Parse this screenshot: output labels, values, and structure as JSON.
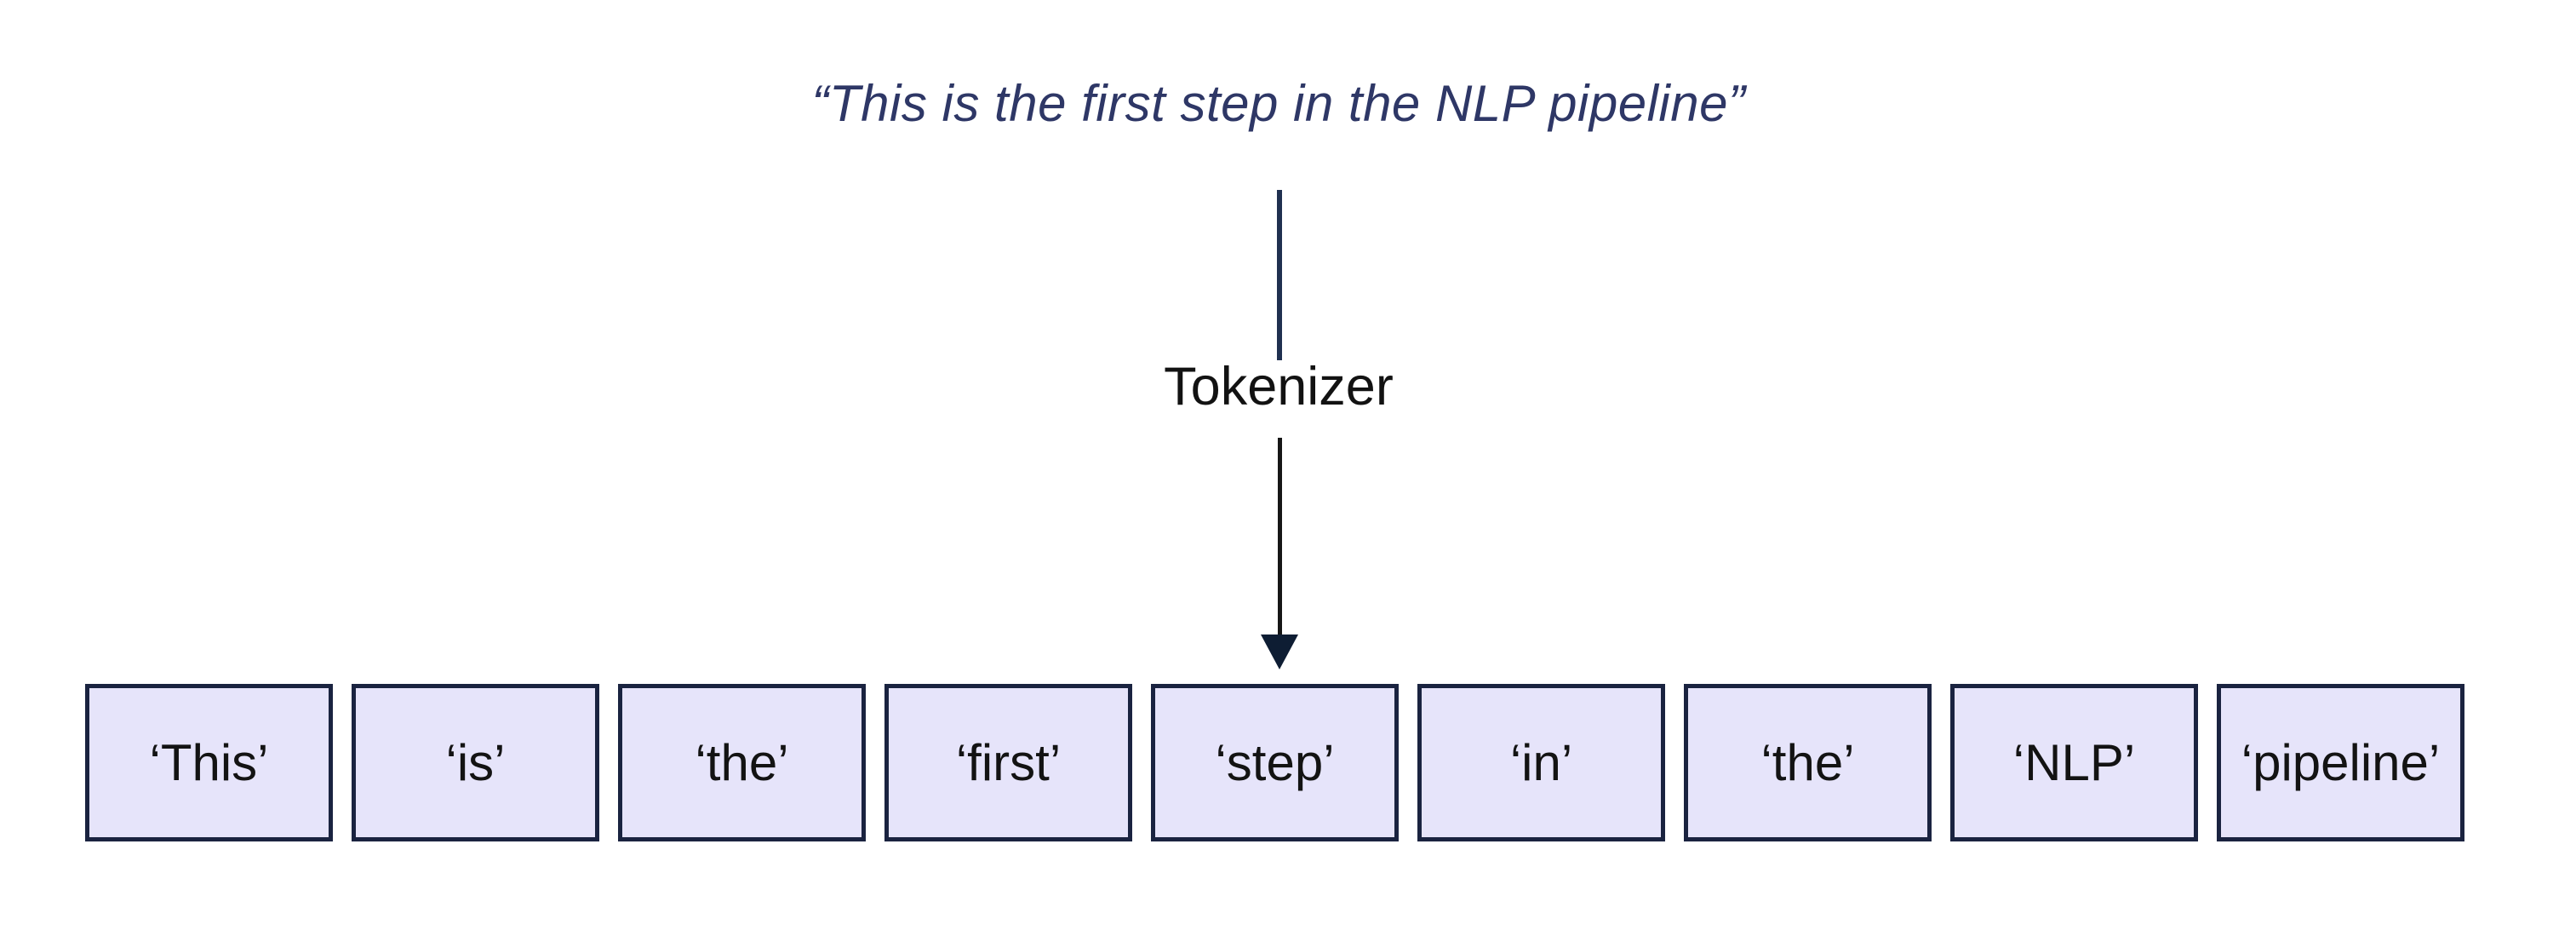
{
  "title": {
    "text": "“This is the first step in the NLP pipeline”"
  },
  "arrow": {
    "label": "Tokenizer"
  },
  "tokens": [
    "‘This’",
    "‘is’",
    "‘the’",
    "‘first’",
    "‘step’",
    "‘in’",
    "‘the’",
    "‘NLP’",
    "‘pipeline’"
  ],
  "colors": {
    "background": "#ffffff",
    "title_text": "#2e3766",
    "label_text": "#121212",
    "arrow_top": "#203050",
    "arrow_bottom": "#161616",
    "arrow_head": "#0e1d33",
    "token_fill": "#e6e4fa",
    "token_border": "#1a2340",
    "token_text": "#131313"
  }
}
